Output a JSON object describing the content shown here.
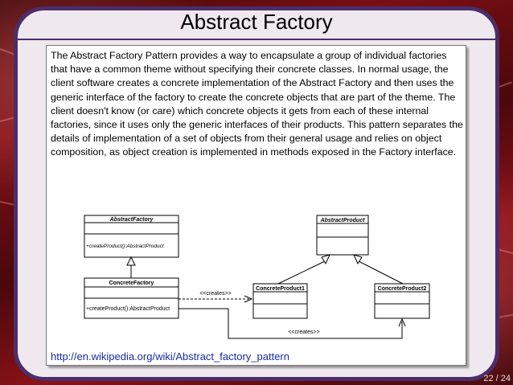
{
  "slide": {
    "title": "Abstract Factory",
    "body": "The Abstract Factory Pattern provides a way to encapsulate a group of individual factories that have a common theme without specifying their concrete classes. In normal usage, the client software creates a concrete implementation of the Abstract Factory and then uses the generic interface of the factory to create the concrete objects that are part of the theme. The client doesn't know (or care) which concrete objects it gets from each of these internal factories, since it uses only the generic interfaces of their products. This pattern separates the details of implementation of a set of objects from their general usage and relies on object composition, as object creation is implemented in methods exposed in the Factory interface.",
    "link": "http://en.wikipedia.org/wiki/Abstract_factory_pattern",
    "page_number": "22 / 24"
  },
  "diagram": {
    "abstract_factory": {
      "name": "AbstractFactory",
      "method": "+createProduct():AbstractProduct"
    },
    "concrete_factory": {
      "name": "ConcreteFactory",
      "method": "+createProduct():AbstractProduct"
    },
    "abstract_product": {
      "name": "AbstractProduct"
    },
    "concrete_product1": {
      "name": "ConcreteProduct1"
    },
    "concrete_product2": {
      "name": "ConcreteProduct2"
    },
    "creates_label_1": "<<creates>>",
    "creates_label_2": "<<creates>>"
  }
}
